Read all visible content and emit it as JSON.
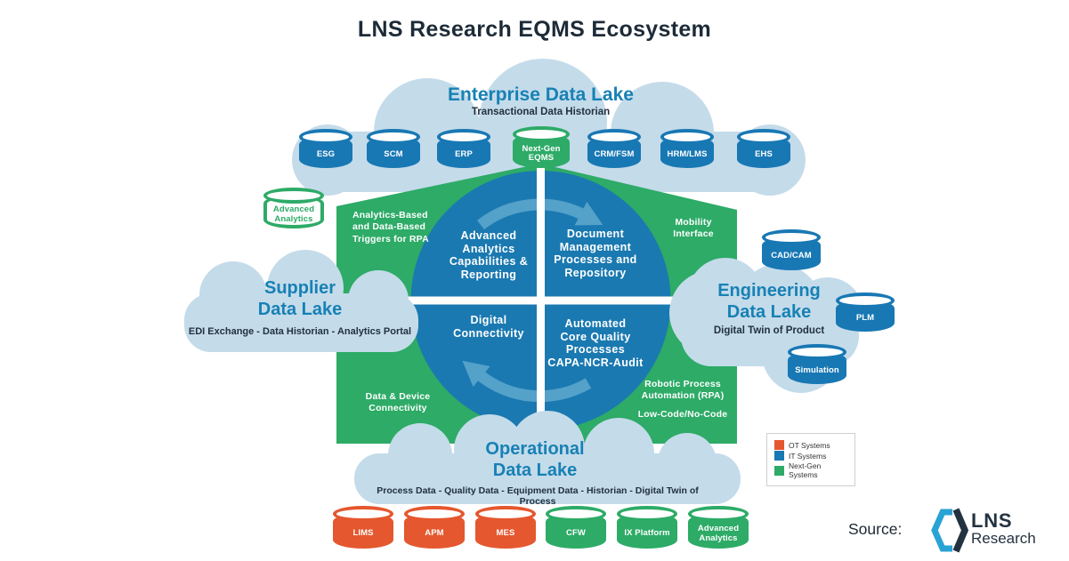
{
  "title": "LNS Research EQMS Ecosystem",
  "clouds": {
    "enterprise": {
      "title": "Enterprise Data Lake",
      "subtitle": "Transactional Data Historian"
    },
    "supplier": {
      "title": "Supplier\nData Lake",
      "subtitle": "EDI Exchange - Data Historian - Analytics Portal"
    },
    "engineering": {
      "title": "Engineering\nData Lake",
      "subtitle": "Digital Twin of Product"
    },
    "operational": {
      "title": "Operational\nData Lake",
      "subtitle": "Process Data - Quality Data - Equipment Data - Historian - Digital Twin of Process"
    }
  },
  "quadrants": {
    "top_left": "Advanced\nAnalytics\nCapabilities &\nReporting",
    "top_right": "Document\nManagement\nProcesses and\nRepository",
    "bottom_left": "Digital\nConnectivity",
    "bottom_right": "Automated\nCore Quality\nProcesses\nCAPA-NCR-Audit"
  },
  "green_labels": {
    "top_left": "Analytics-Based\nand Data-Based\nTriggers for RPA",
    "top_right": "Mobility\nInterface",
    "bottom_left": "Data & Device\nConnectivity",
    "bottom_right_rpa": "Robotic Process\nAutomation (RPA)",
    "bottom_right_code": "Low-Code/No-Code"
  },
  "cylinders": {
    "esg": "ESG",
    "scm": "SCM",
    "erp": "ERP",
    "eqms": "Next-Gen\nEQMS",
    "crm": "CRM/FSM",
    "hrm": "HRM/LMS",
    "ehs": "EHS",
    "adv_analytics_supplier": "Advanced\nAnalytics",
    "cadcam": "CAD/CAM",
    "plm": "PLM",
    "simulation": "Simulation",
    "lims": "LIMS",
    "apm": "APM",
    "mes": "MES",
    "cfw": "CFW",
    "ix": "IX Platform",
    "adv_analytics_ops": "Advanced\nAnalytics"
  },
  "legend": {
    "items": [
      {
        "label": "OT Systems",
        "color": "#e5572e"
      },
      {
        "label": "IT Systems",
        "color": "#1878b4"
      },
      {
        "label": "Next-Gen Systems",
        "color": "#2dab67"
      }
    ]
  },
  "footer": {
    "source_label": "Source:",
    "brand_top": "LNS",
    "brand_bottom": "Research"
  },
  "colors": {
    "cloud": "#c4dbea",
    "circle_blue": "#1a79b0",
    "green": "#2dab67",
    "blue_cylinder": "#1878b4",
    "orange_cylinder": "#e5572e",
    "heading_blue": "#1781b5",
    "dark_text": "#21313f",
    "arrow": "#54a1ca"
  }
}
